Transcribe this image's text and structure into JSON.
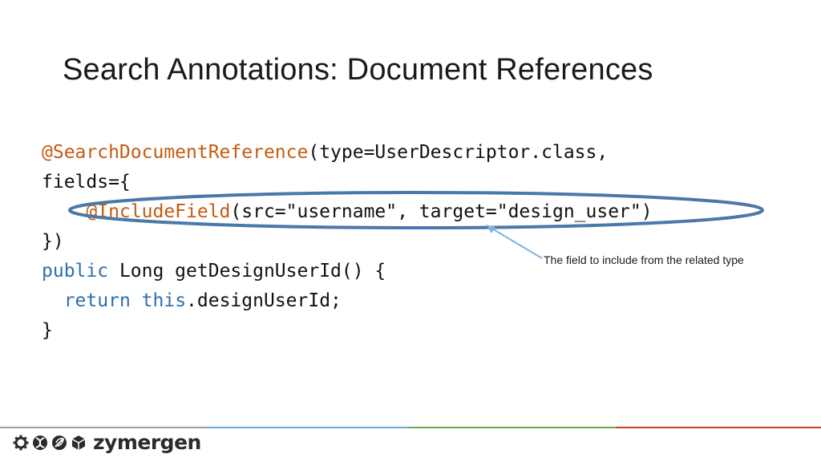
{
  "slide": {
    "title": "Search Annotations: Document References",
    "code_lines": [
      [
        {
          "text": "@SearchDocumentReference",
          "kind": "annotation"
        },
        {
          "text": "(type=UserDescriptor.class,",
          "kind": "text"
        }
      ],
      [
        {
          "text": "fields={",
          "kind": "text"
        }
      ],
      [
        {
          "text": "    ",
          "kind": "text"
        },
        {
          "text": "@IncludeField",
          "kind": "annotation"
        },
        {
          "text": "(src=\"username\", target=\"design_user\")",
          "kind": "text"
        }
      ],
      [
        {
          "text": "})",
          "kind": "text"
        }
      ],
      [
        {
          "text": "public",
          "kind": "keyword"
        },
        {
          "text": " Long getDesignUserId() {",
          "kind": "text"
        }
      ],
      [
        {
          "text": "  ",
          "kind": "text"
        },
        {
          "text": "return",
          "kind": "keyword"
        },
        {
          "text": " ",
          "kind": "text"
        },
        {
          "text": "this",
          "kind": "keyword"
        },
        {
          "text": ".designUserId;",
          "kind": "text"
        }
      ],
      [
        {
          "text": "}",
          "kind": "text"
        }
      ]
    ],
    "callout": "The field to include from the related type"
  },
  "footer": {
    "logo_text": "zymergen",
    "line_colors": [
      "#9e9e9e",
      "#6fa8dc",
      "#6aa84f",
      "#cc4125"
    ]
  },
  "colors": {
    "annotation": "#c55a11",
    "keyword": "#2e6fae",
    "highlight_ellipse": "#4a78a8",
    "arrow": "#7fb2e0"
  }
}
